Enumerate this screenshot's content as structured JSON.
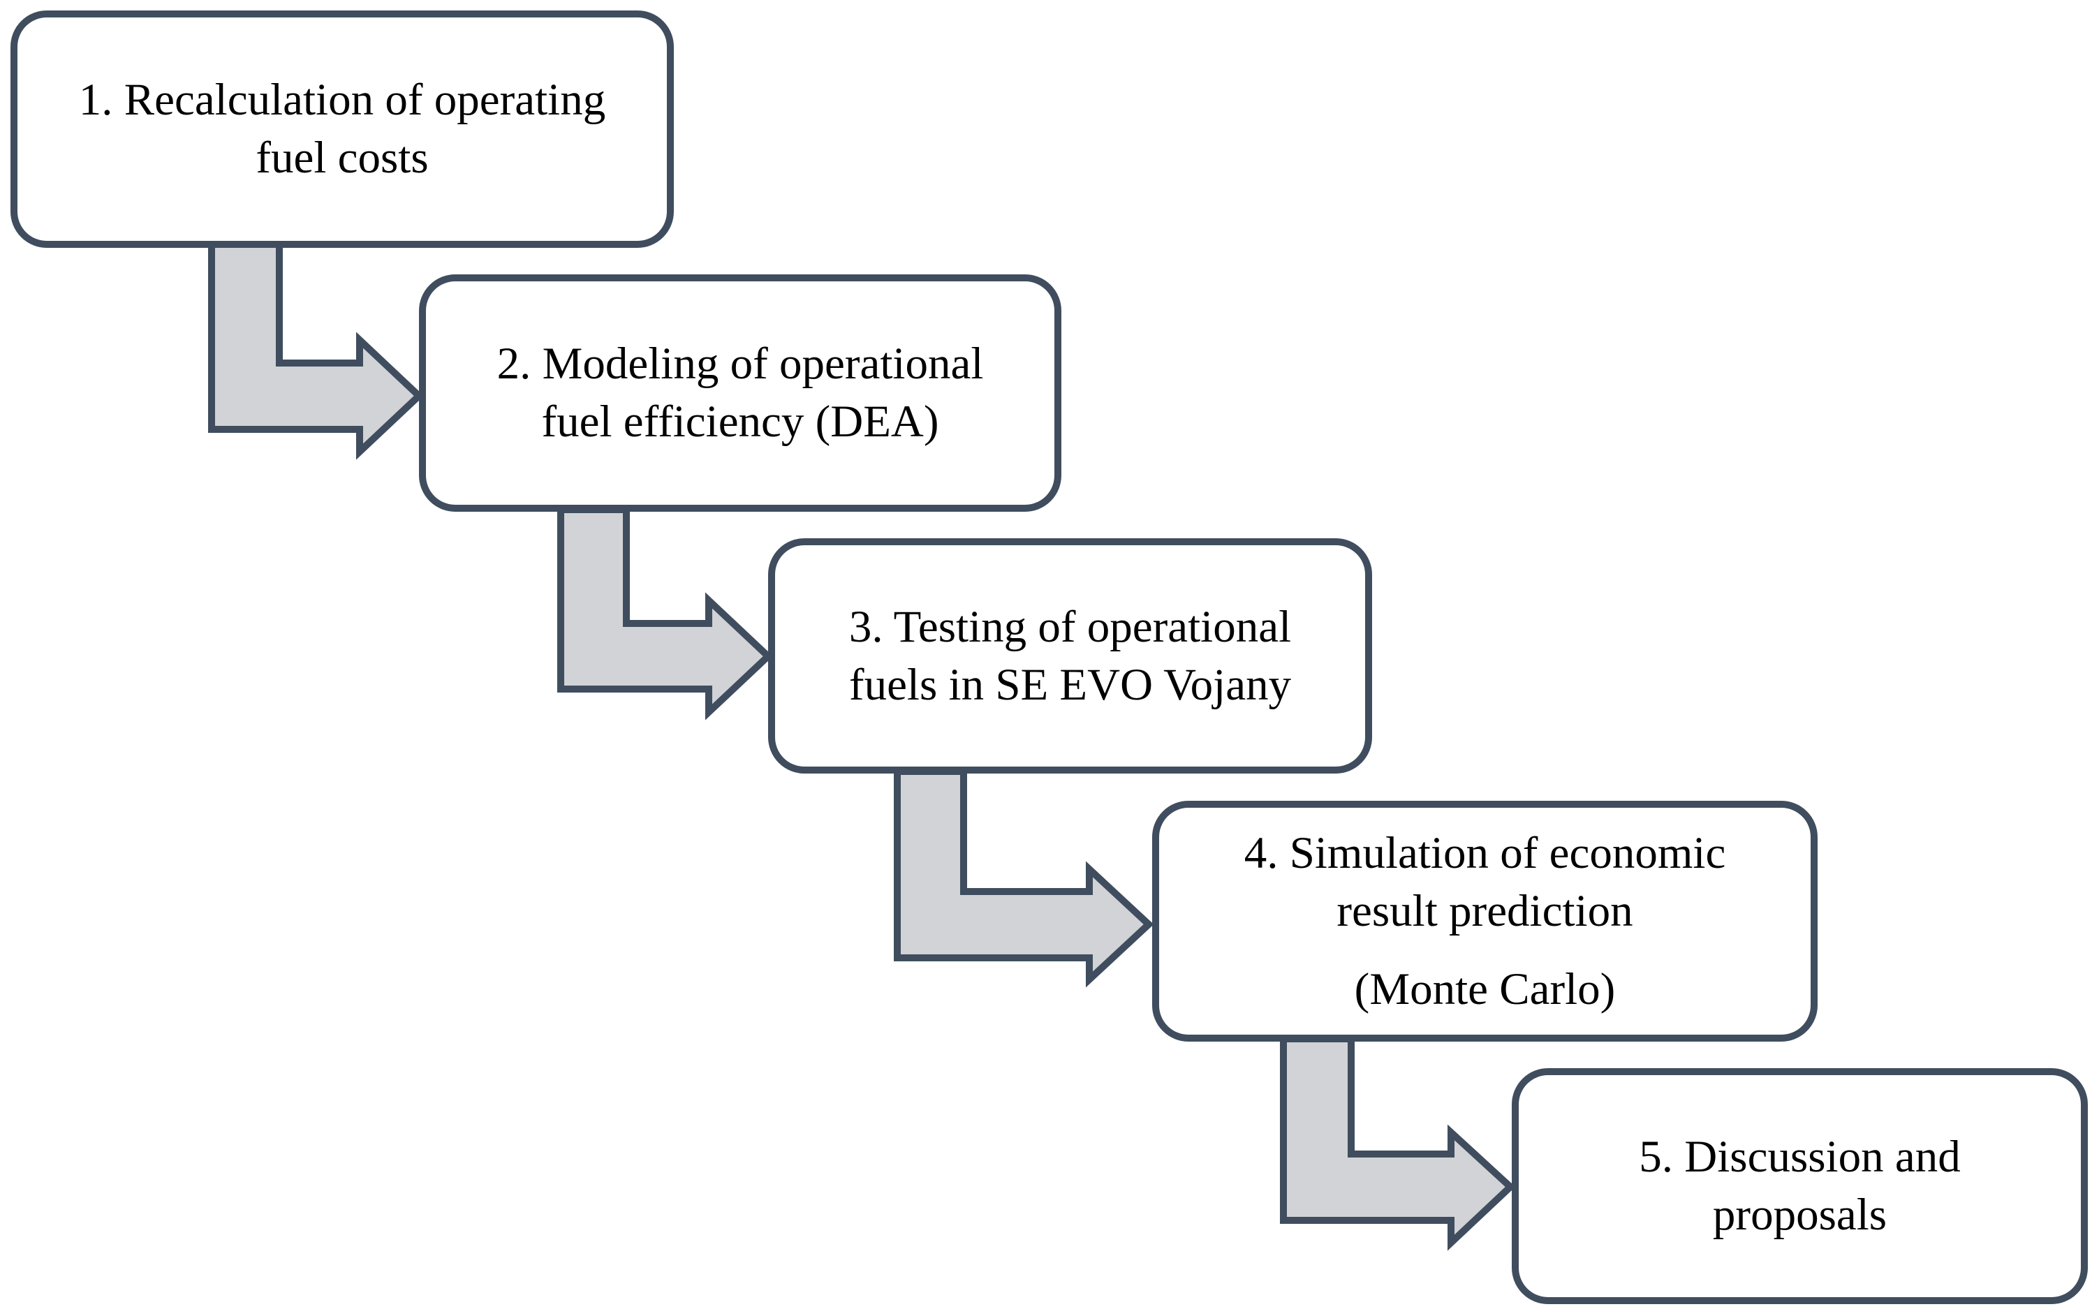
{
  "diagram": {
    "type": "flowchart",
    "description": "Five-step process flow, staircase layout, each step connected to the next by a bent elbow arrow",
    "nodes": [
      {
        "step": "1",
        "text": "1. Recalculation of operating\nfuel costs"
      },
      {
        "step": "2",
        "text": "2. Modeling of operational\nfuel efficiency (DEA)"
      },
      {
        "step": "3",
        "text": "3. Testing of operational\nfuels in SE EVO Vojany"
      },
      {
        "step": "4",
        "text": "4. Simulation of economic\nresult prediction",
        "subtext": "(Monte Carlo)"
      },
      {
        "step": "5",
        "text": "5. Discussion and\nproposals"
      }
    ],
    "connections": [
      {
        "from": "1",
        "to": "2"
      },
      {
        "from": "2",
        "to": "3"
      },
      {
        "from": "3",
        "to": "4"
      },
      {
        "from": "4",
        "to": "5"
      }
    ],
    "colors": {
      "node_border": "#3F4D5E",
      "node_fill": "#FFFFFF",
      "arrow_fill": "#D1D3D6",
      "arrow_outline": "#3F4D5E",
      "text": "#000000",
      "background": "#FFFFFF"
    }
  }
}
